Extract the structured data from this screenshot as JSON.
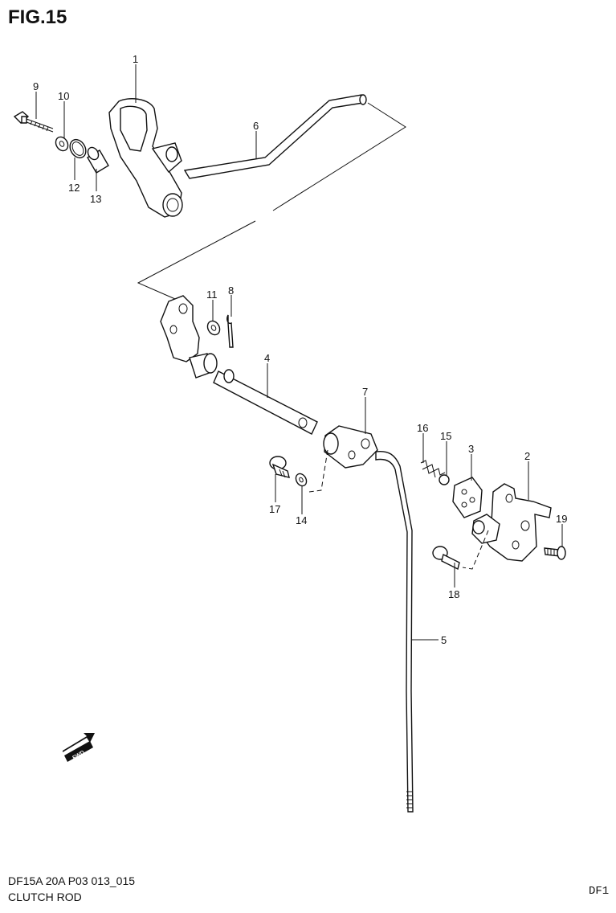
{
  "figure_title": "FIG.15",
  "footer": {
    "model_line": "DF15A 20A P03 013_015",
    "caption": "CLUTCH ROD",
    "corner_code": "DF1"
  },
  "fwd_symbol": "FWD",
  "callouts": {
    "p1": "1",
    "p2": "2",
    "p3": "3",
    "p4": "4",
    "p5": "5",
    "p6": "6",
    "p7": "7",
    "p8": "8",
    "p9": "9",
    "p10": "10",
    "p11": "11",
    "p12": "12",
    "p13": "13",
    "p14": "14",
    "p15": "15",
    "p16": "16",
    "p17": "17",
    "p18": "18",
    "p19": "19"
  }
}
